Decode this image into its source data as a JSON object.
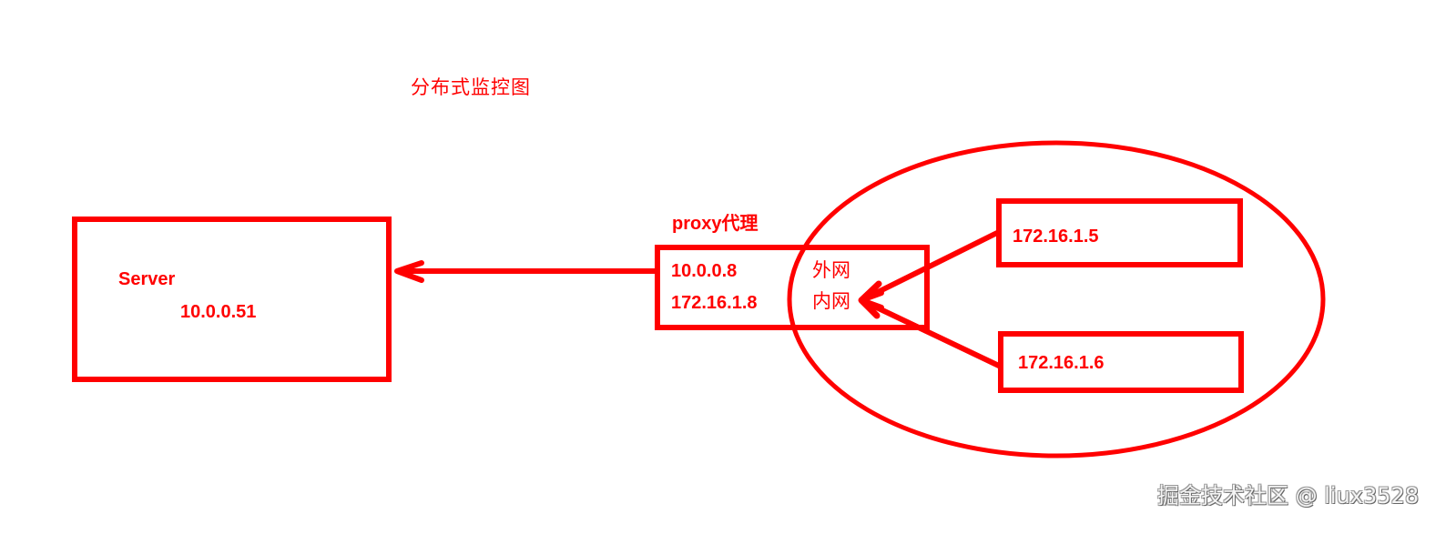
{
  "diagram": {
    "title": "分布式监控图",
    "accent_color": "#ff0000",
    "server": {
      "name": "Server",
      "ip": "10.0.0.51"
    },
    "proxy": {
      "title": "proxy代理",
      "external_ip": "10.0.0.8",
      "internal_ip": "172.16.1.8",
      "external_label": "外网",
      "internal_label": "内网"
    },
    "agents": [
      {
        "ip": "172.16.1.5"
      },
      {
        "ip": "172.16.1.6"
      }
    ],
    "connections": [
      {
        "from": "proxy",
        "to": "server"
      },
      {
        "from": "172.16.1.5",
        "to": "proxy"
      },
      {
        "from": "172.16.1.6",
        "to": "proxy"
      }
    ]
  },
  "watermark": {
    "text": "掘金技术社区 @ liux3528"
  }
}
